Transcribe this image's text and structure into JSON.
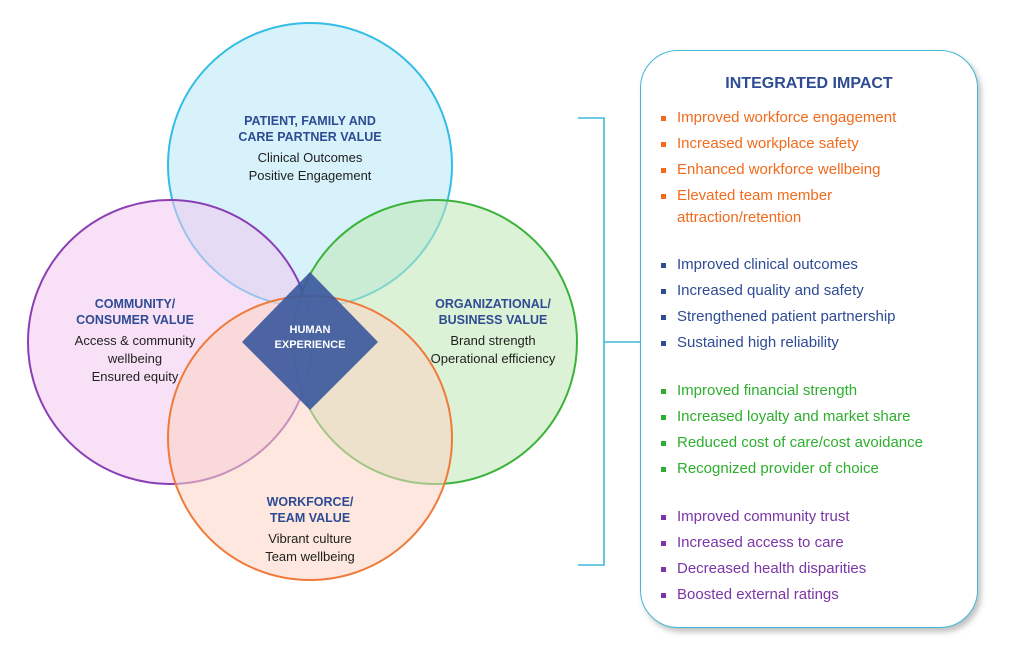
{
  "diagram": {
    "center": {
      "line1": "HUMAN",
      "line2": "EXPERIENCE"
    },
    "circles": {
      "top": {
        "title_lines": [
          "PATIENT, FAMILY AND",
          "CARE PARTNER VALUE"
        ],
        "desc_lines": [
          "Clinical Outcomes",
          "Positive Engagement"
        ]
      },
      "left": {
        "title_lines": [
          "COMMUNITY/",
          "CONSUMER VALUE"
        ],
        "desc_lines": [
          "Access & community",
          "wellbeing",
          "Ensured equity"
        ]
      },
      "right": {
        "title_lines": [
          "ORGANIZATIONAL/",
          "BUSINESS VALUE"
        ],
        "desc_lines": [
          "Brand strength",
          "Operational efficiency"
        ]
      },
      "bottom": {
        "title_lines": [
          "WORKFORCE/",
          "TEAM VALUE"
        ],
        "desc_lines": [
          "Vibrant culture",
          "Team wellbeing"
        ]
      }
    }
  },
  "panel": {
    "title": "INTEGRATED IMPACT",
    "groups": [
      {
        "color": "#f26b1d",
        "items": [
          "Improved workforce engagement",
          "Increased workplace safety",
          "Enhanced workforce wellbeing",
          "Elevated team member attraction/retention"
        ]
      },
      {
        "color": "#2e4b94",
        "items": [
          "Improved clinical outcomes",
          "Increased quality and safety",
          "Strengthened patient partnership",
          "Sustained high reliability"
        ]
      },
      {
        "color": "#2eae2e",
        "items": [
          "Improved financial strength",
          "Increased loyalty and market share",
          "Reduced cost of care/cost avoidance",
          "Recognized provider of choice"
        ]
      },
      {
        "color": "#7a35a6",
        "items": [
          "Improved community trust",
          "Increased access to care",
          "Decreased health disparities",
          "Boosted external ratings"
        ]
      }
    ]
  },
  "colors": {
    "top_circle": "#33bde6",
    "left_circle": "#8a3fb5",
    "right_circle": "#3bb33b",
    "bottom_circle": "#f07a3a",
    "center_diamond": "#3d5a9e",
    "bracket": "#3fb8d8"
  }
}
